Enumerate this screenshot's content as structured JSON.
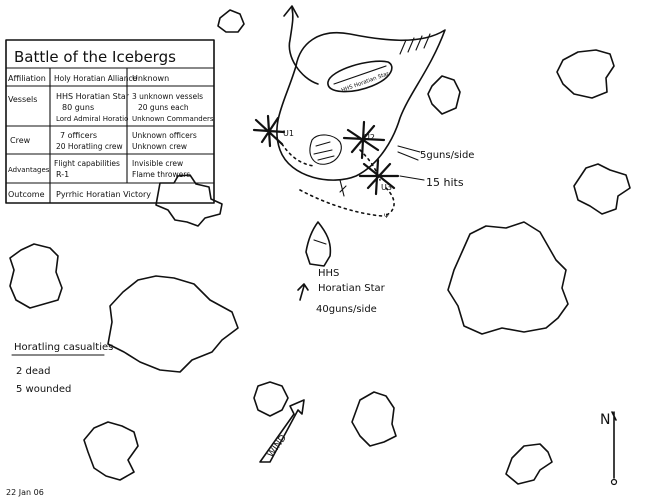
{
  "table": {
    "title": "Battle of the Icebergs",
    "rows": [
      {
        "label": "Affiliation",
        "side_a": "Holy Horatian Alliance",
        "side_b": "Unknown"
      },
      {
        "label": "Vessels",
        "side_a": [
          "HHS Horatian Star",
          "80 guns",
          "Lord Admiral Horatio"
        ],
        "side_b": [
          "3 unknown vessels",
          "20 guns each",
          "Unknown Commanders"
        ]
      },
      {
        "label": "Crew",
        "side_a": [
          "7 officers",
          "20 Horatling crew"
        ],
        "side_b": [
          "Unknown officers",
          "Unknown crew"
        ]
      },
      {
        "label": "Advantages",
        "side_a": [
          "Flight capabilities",
          "R-1"
        ],
        "side_b": [
          "Invisible crew",
          "Flame throwers"
        ]
      },
      {
        "label": "Outcome",
        "side_a": "Pyrrhic Horatian Victory",
        "side_b": ""
      }
    ]
  },
  "casualties": {
    "title": "Horatling casualties",
    "lines": [
      "2 dead",
      "5 wounded"
    ]
  },
  "annotations": {
    "ship_in_bubble": "HHS Horatian Star",
    "u1": "U1",
    "u2": "U2",
    "u3": "U3",
    "guns_per_side": "5guns/side",
    "hits": "15 hits",
    "ship_name_1": "HHS",
    "ship_name_2": "Horatian Star",
    "ship_guns": "40guns/side",
    "wind": "WIND",
    "north": "N",
    "date": "22 Jan 06"
  }
}
